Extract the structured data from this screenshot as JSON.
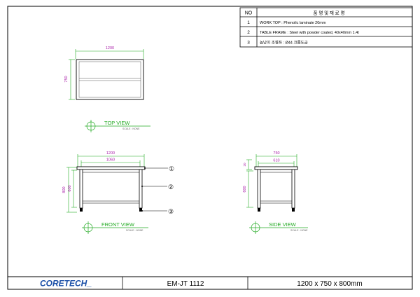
{
  "parts_table": {
    "headers": {
      "no": "NO",
      "desc": "품 명 및 재 료 명"
    },
    "rows": [
      {
        "no": "1",
        "desc": "WORK TOP : Phenolic laminate 20mm"
      },
      {
        "no": "2",
        "desc": "TABLE FRAME : Steel with powder coated, 40x40mm 1.4t"
      },
      {
        "no": "3",
        "desc": "높낮이 조절좌 : Ø44 크롬도금"
      }
    ]
  },
  "top_view": {
    "title": "TOP VIEW",
    "scale": "SCALE : NONE",
    "dim_width": "1200",
    "dim_depth": "750"
  },
  "front_view": {
    "title": "FRONT VIEW",
    "scale": "SCALE : NONE",
    "dim_width": "1200",
    "dim_inner": "1060",
    "dim_height": "800",
    "dim_frame": "600",
    "callouts": [
      "①",
      "②",
      "③"
    ]
  },
  "side_view": {
    "title": "SIDE VIEW",
    "scale": "SCALE : NONE",
    "dim_width": "750",
    "dim_inner": "610",
    "dim_top": "20",
    "dim_height": "600"
  },
  "title_block": {
    "company": "CORETECH_",
    "model": "EM-JT 1112",
    "size": "1200 x 750 x 800mm"
  },
  "colors": {
    "dimension": "#22aa22",
    "dimension_text": "#aa22aa",
    "line": "#000000"
  }
}
